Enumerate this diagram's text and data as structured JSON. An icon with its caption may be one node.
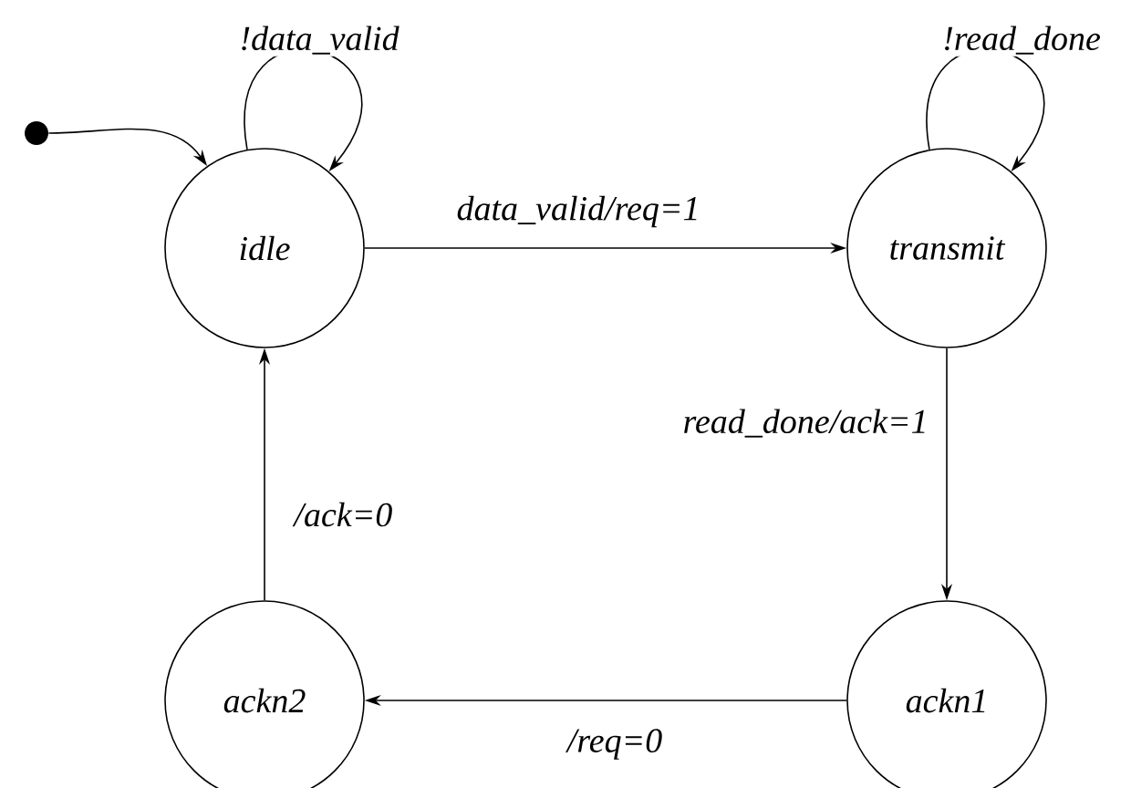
{
  "diagram": {
    "nodes": [
      {
        "text": [],
        "shape": "circle"
      },
      {
        "text": [
          "idle"
        ]
      },
      {
        "text": [
          "transmit"
        ]
      },
      {
        "text": [
          "ackn2"
        ]
      },
      {
        "text": [
          "ackn1"
        ]
      }
    ],
    "edges": [
      {
        "from": 0,
        "to": 1,
        "arrow": "to"
      },
      {
        "from": 1,
        "to": 1,
        "arrow": "to",
        "label": "!data_valid"
      },
      {
        "from": 1,
        "to": 2,
        "arrow": "to",
        "label": "data_valid/req=1"
      },
      {
        "from": 2,
        "to": 2,
        "arrow": "to",
        "label": "!read_done"
      },
      {
        "from": 2,
        "to": 4,
        "arrow": "to",
        "label": "read_done/ack=1"
      },
      {
        "from": 4,
        "to": 3,
        "arrow": "to",
        "label": "/req=0"
      },
      {
        "from": 3,
        "to": 1,
        "arrow": "to",
        "label": "/ack=0"
      }
    ]
  }
}
